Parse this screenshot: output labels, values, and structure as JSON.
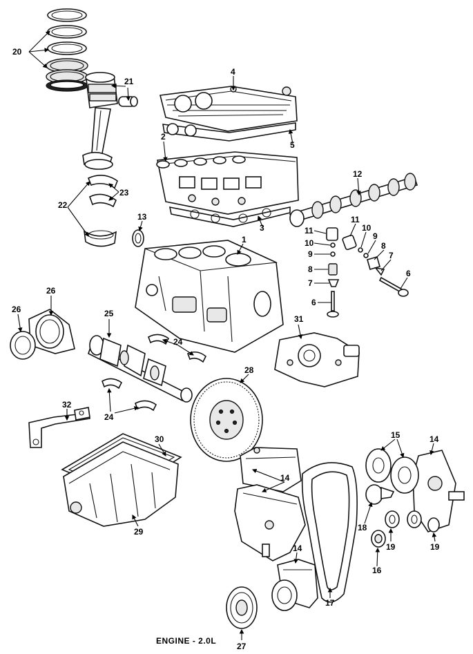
{
  "caption": "ENGINE - 2.0L",
  "callouts": [
    "20",
    "21",
    "4",
    "2",
    "5",
    "12",
    "22",
    "23",
    "3",
    "13",
    "11",
    "10",
    "9",
    "8",
    "7",
    "6",
    "1",
    "26",
    "25",
    "24",
    "31",
    "28",
    "32",
    "30",
    "15",
    "14",
    "29",
    "18",
    "19",
    "16",
    "17",
    "27"
  ]
}
